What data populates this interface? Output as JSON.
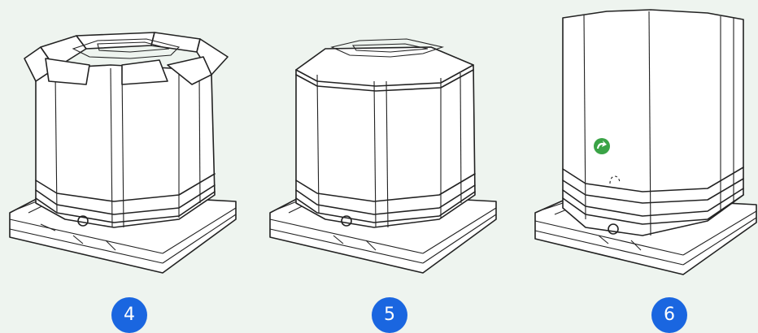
{
  "steps": [
    {
      "number": "4"
    },
    {
      "number": "5"
    },
    {
      "number": "6"
    }
  ],
  "colors": {
    "background": "#eef4ef",
    "badge": "#1a66e0",
    "marker": "#3aa346",
    "line": "#222222"
  },
  "icons": {
    "step6_marker": "recycle-arrows-icon"
  }
}
